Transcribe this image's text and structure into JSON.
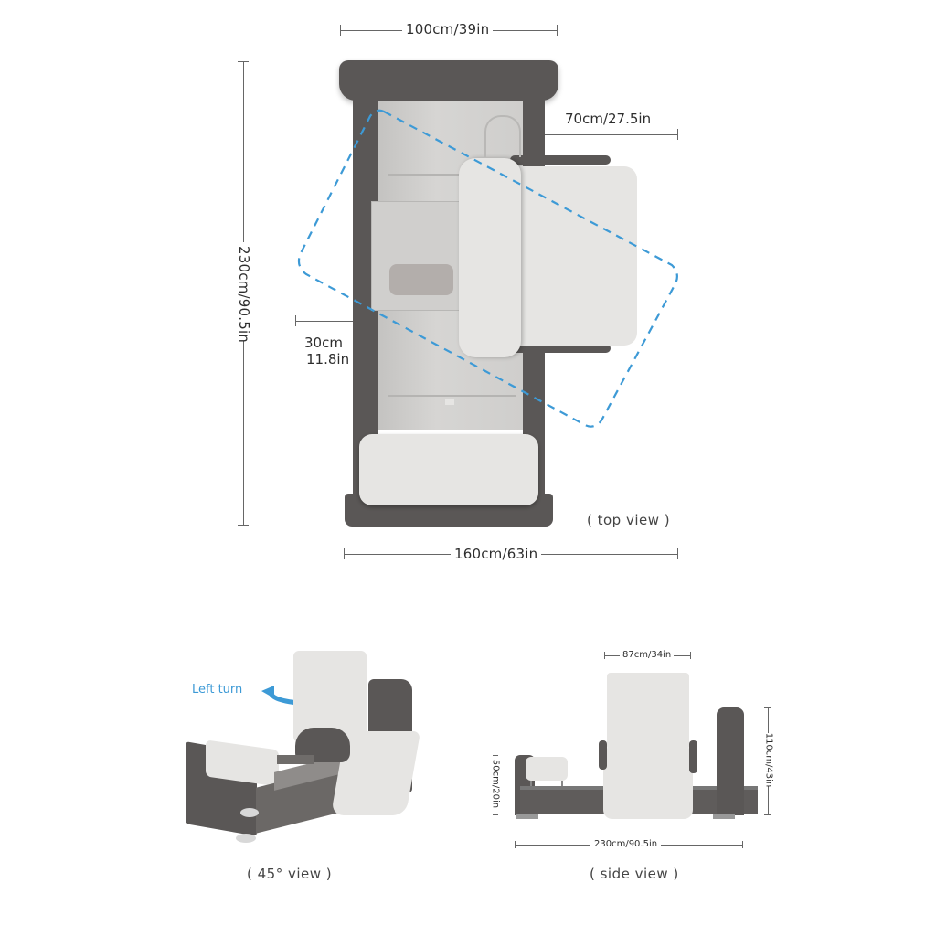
{
  "top_view": {
    "label": "( top view )",
    "dimensions": {
      "top_width": "100cm/39in",
      "chair_depth": "70cm/27.5in",
      "total_length": "230cm/90.5in",
      "side_clearance_cm": "30cm",
      "side_clearance_in": "11.8in",
      "rotation_width": "160cm/63in"
    }
  },
  "view_45": {
    "label": "( 45° view )",
    "annotation": "Left turn"
  },
  "side_view": {
    "label": "( side view )",
    "dimensions": {
      "chair_width": "87cm/34in",
      "chair_height": "110cm/43in",
      "bed_height": "50cm/20in",
      "total_length": "230cm/90.5in"
    }
  },
  "colors": {
    "frame": "#5a5756",
    "fabric": "#e6e5e3",
    "platform": "#c9c8c6",
    "dashed_outline": "#3d9ad6",
    "dimension_line": "#666666"
  }
}
